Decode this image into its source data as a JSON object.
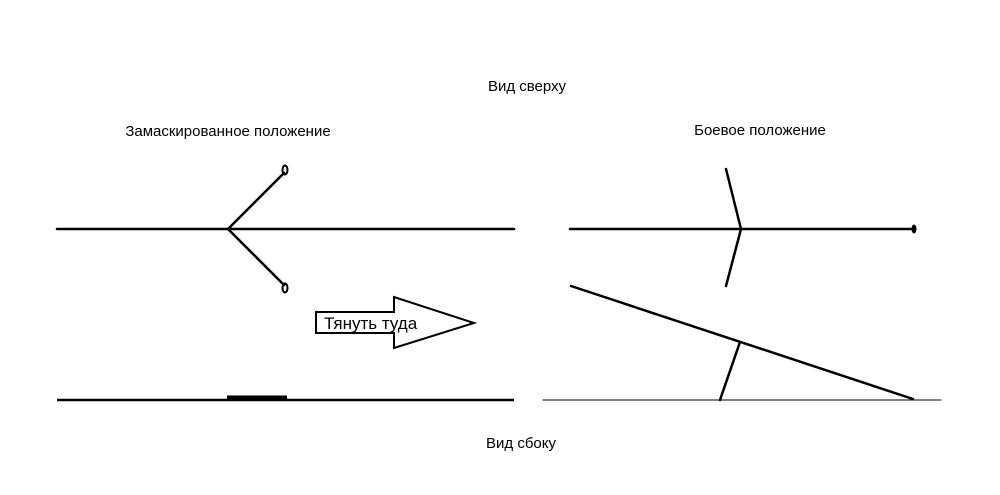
{
  "labels": {
    "top_view": "Вид сверху",
    "masked_position": "Замаскированное положение",
    "combat_position": "Боевое положение",
    "pull_direction": "Тянуть туда",
    "side_view": "Вид сбоку"
  },
  "colors": {
    "line": "#000000",
    "background": "#ffffff"
  }
}
